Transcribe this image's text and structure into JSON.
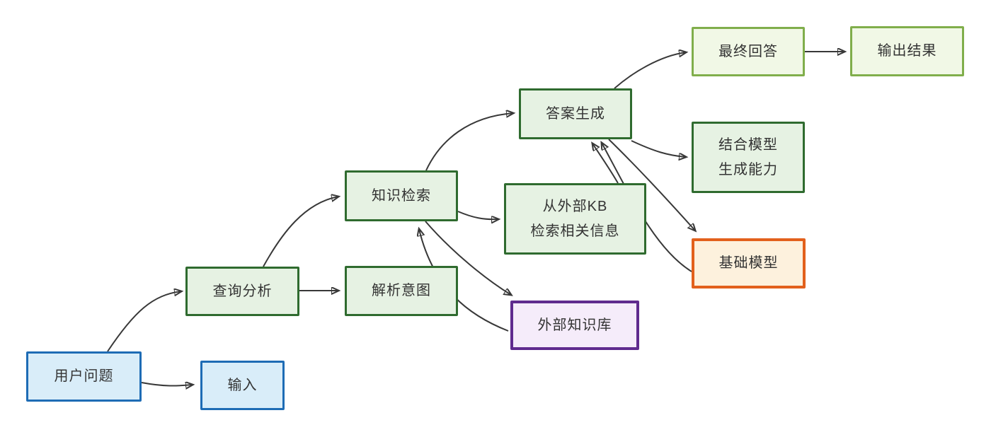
{
  "diagram": {
    "title": "RAG flow diagram",
    "background_color": "#ffffff",
    "edge_color": "#383838"
  },
  "nodes": [
    {
      "id": "user-question",
      "label": "用户问题",
      "style": "blue"
    },
    {
      "id": "input",
      "label": "输入",
      "style": "blue"
    },
    {
      "id": "query-analysis",
      "label": "查询分析",
      "style": "green"
    },
    {
      "id": "parse-intent",
      "label": "解析意图",
      "style": "green"
    },
    {
      "id": "knowledge-retrieval",
      "label": "知识检索",
      "style": "green"
    },
    {
      "id": "kb-retrieve-info",
      "label": "从外部KB\n检索相关信息",
      "style": "green"
    },
    {
      "id": "answer-generation",
      "label": "答案生成",
      "style": "green"
    },
    {
      "id": "combine-model-ability",
      "label": "结合模型\n生成能力",
      "style": "green"
    },
    {
      "id": "base-model",
      "label": "基础模型",
      "style": "orange"
    },
    {
      "id": "external-kb",
      "label": "外部知识库",
      "style": "purple"
    },
    {
      "id": "final-answer",
      "label": "最终回答",
      "style": "lightgreen"
    },
    {
      "id": "output-result",
      "label": "输出结果",
      "style": "lightgreen"
    }
  ],
  "edges": [
    {
      "from": "用户问题",
      "to": "输入"
    },
    {
      "from": "用户问题",
      "to": "查询分析"
    },
    {
      "from": "查询分析",
      "to": "解析意图"
    },
    {
      "from": "查询分析",
      "to": "知识检索"
    },
    {
      "from": "知识检索",
      "to": "答案生成"
    },
    {
      "from": "知识检索",
      "to": "从外部KB检索相关信息"
    },
    {
      "from": "知识检索",
      "to": "外部知识库"
    },
    {
      "from": "外部知识库",
      "to": "知识检索"
    },
    {
      "from": "从外部KB检索相关信息",
      "to": "答案生成"
    },
    {
      "from": "基础模型",
      "to": "答案生成"
    },
    {
      "from": "答案生成",
      "to": "基础模型"
    },
    {
      "from": "答案生成",
      "to": "结合模型生成能力"
    },
    {
      "from": "答案生成",
      "to": "最终回答"
    },
    {
      "from": "最终回答",
      "to": "输出结果"
    }
  ],
  "colors": {
    "blue_fill": "#d9edf9",
    "blue_border": "#1e6cb5",
    "green_fill": "#e6f2e3",
    "green_border": "#2f6b2f",
    "lightgreen_fill": "#f1f8e6",
    "lightgreen_border": "#80ae4b",
    "orange_fill": "#fdf1dd",
    "orange_border": "#e2601c",
    "purple_fill": "#f5ecfa",
    "purple_border": "#5f2b8e"
  }
}
